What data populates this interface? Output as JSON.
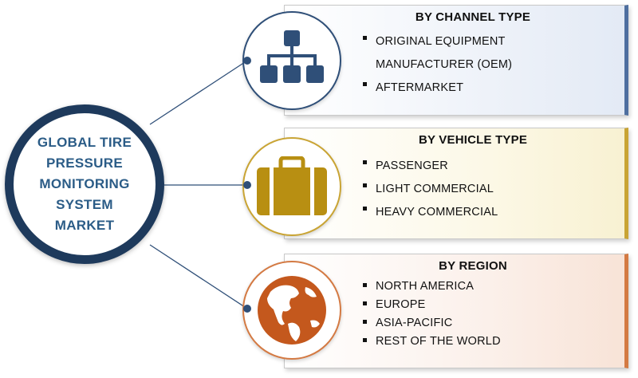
{
  "hub": {
    "title": "GLOBAL TIRE\nPRESSURE\nMONITORING\nSYSTEM\nMARKET"
  },
  "cards": [
    {
      "title": "BY CHANNEL TYPE",
      "icon": "hierarchy-icon",
      "accent": "#2f4f78",
      "items": [
        "ORIGINAL EQUIPMENT",
        "MANUFACTURER (OEM)",
        "AFTERMARKET"
      ]
    },
    {
      "title": "BY VEHICLE TYPE",
      "icon": "briefcase-icon",
      "accent": "#b88f12",
      "items": [
        "PASSENGER",
        "LIGHT COMMERCIAL",
        "HEAVY COMMERCIAL"
      ]
    },
    {
      "title": "BY REGION",
      "icon": "globe-icon",
      "accent": "#c4581d",
      "items": [
        "NORTH AMERICA",
        "EUROPE",
        "ASIA-PACIFIC",
        "REST OF THE WORLD"
      ]
    }
  ]
}
